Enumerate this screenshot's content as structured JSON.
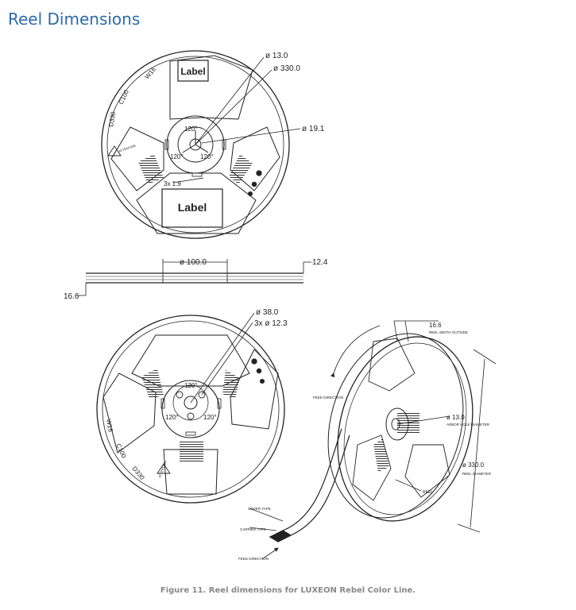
{
  "page": {
    "title": "Reel Dimensions",
    "caption": "Figure 11.  Reel dimensions for LUXEON Rebel Color Line."
  },
  "reel_front": {
    "label_top": "Label",
    "label_bottom": "Label",
    "dim_center_hole": "ø 13.0",
    "dim_reel_diameter": "ø 330.0",
    "dim_hub": "ø 19.1",
    "angle_1": "120°",
    "angle_2": "120°",
    "angle_3": "120°",
    "dim_slot": "3x 1.9",
    "mark_width": "W16",
    "mark_c": "C100",
    "mark_d": "D330",
    "mark_attention": "ATTENTION"
  },
  "reel_side": {
    "dim_hub_diameter": "ø 100.0",
    "dim_inner_width": "12.4",
    "dim_outer_width": "16.6"
  },
  "reel_back": {
    "dim_hub": "ø 38.0",
    "dim_holes": "3x ø 12.3",
    "angle_1": "120°",
    "angle_2": "120°",
    "angle_3": "120°",
    "mark_width": "W16",
    "mark_c": "C100",
    "mark_d": "D330",
    "mark_attention": "ATTENTION"
  },
  "reel_iso": {
    "dim_width": "16.6",
    "dim_width_note": "REEL WIDTH OUTSIDE",
    "dim_arbor": "ø 13.0",
    "dim_arbor_note": "ARBOR HOLE DIAMETER",
    "dim_diameter": "ø 330.0",
    "dim_diameter_note": "REEL DIAMETER",
    "reel_label": "REEL",
    "feed_direction_top": "FEED DIRECTION",
    "feed_direction_bottom": "FEED DIRECTION",
    "cover_tape": "COVER TAPE",
    "carrier_tape": "CARRIER TAPE"
  }
}
